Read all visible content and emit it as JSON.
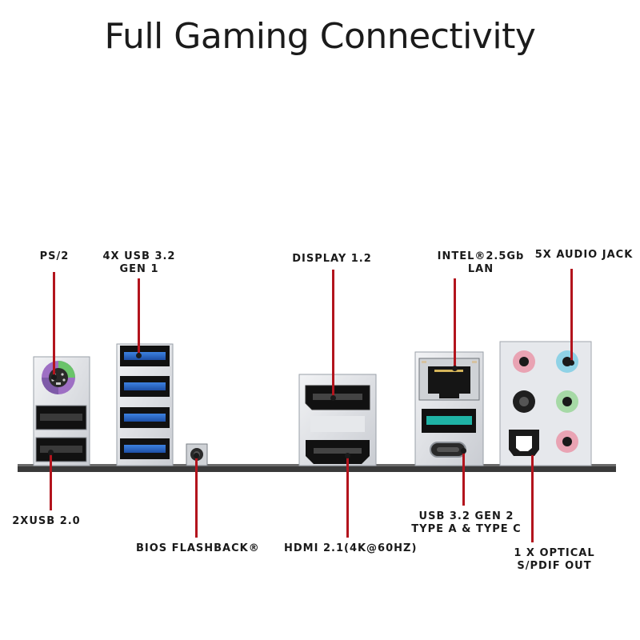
{
  "title": "Full Gaming Connectivity",
  "labels": {
    "ps2": [
      "PS/2"
    ],
    "usb32g1": [
      "4X USB 3.2",
      "GEN 1"
    ],
    "display": [
      "DISPLAY 1.2"
    ],
    "lan": [
      "INTEL®2.5Gb",
      "LAN"
    ],
    "audio": [
      "5X AUDIO JACK"
    ],
    "usb20": [
      "2XUSB 2.0"
    ],
    "bios": [
      "BIOS FLASHBACK®"
    ],
    "hdmi": [
      "HDMI 2.1(4K@60HZ)"
    ],
    "usb32g2": [
      "USB 3.2 GEN 2",
      "TYPE A & TYPE C"
    ],
    "optical": [
      "1 X OPTICAL",
      "S/PDIF OUT"
    ]
  },
  "colors": {
    "leader": "#b3141d",
    "usb3_blue": "#2d6fd0",
    "usb_teal": "#1fb3a5",
    "ps2_purple": "#9e6fc4",
    "ps2_green": "#6ac46a",
    "audio_pink": "#e9a3b3",
    "audio_blue": "#8fd2e6",
    "audio_green": "#a6d9a6"
  },
  "icons": {
    "ps2": "ps2-port-icon",
    "usb3": "usb3-port-icon",
    "usb2": "usb2-port-icon",
    "bios": "bios-button-icon",
    "displayport": "displayport-icon",
    "hdmi": "hdmi-port-icon",
    "rj45": "rj45-lan-icon",
    "usbc": "usb-c-port-icon",
    "audio": "audio-jack-icon",
    "optical": "optical-spdif-icon"
  }
}
